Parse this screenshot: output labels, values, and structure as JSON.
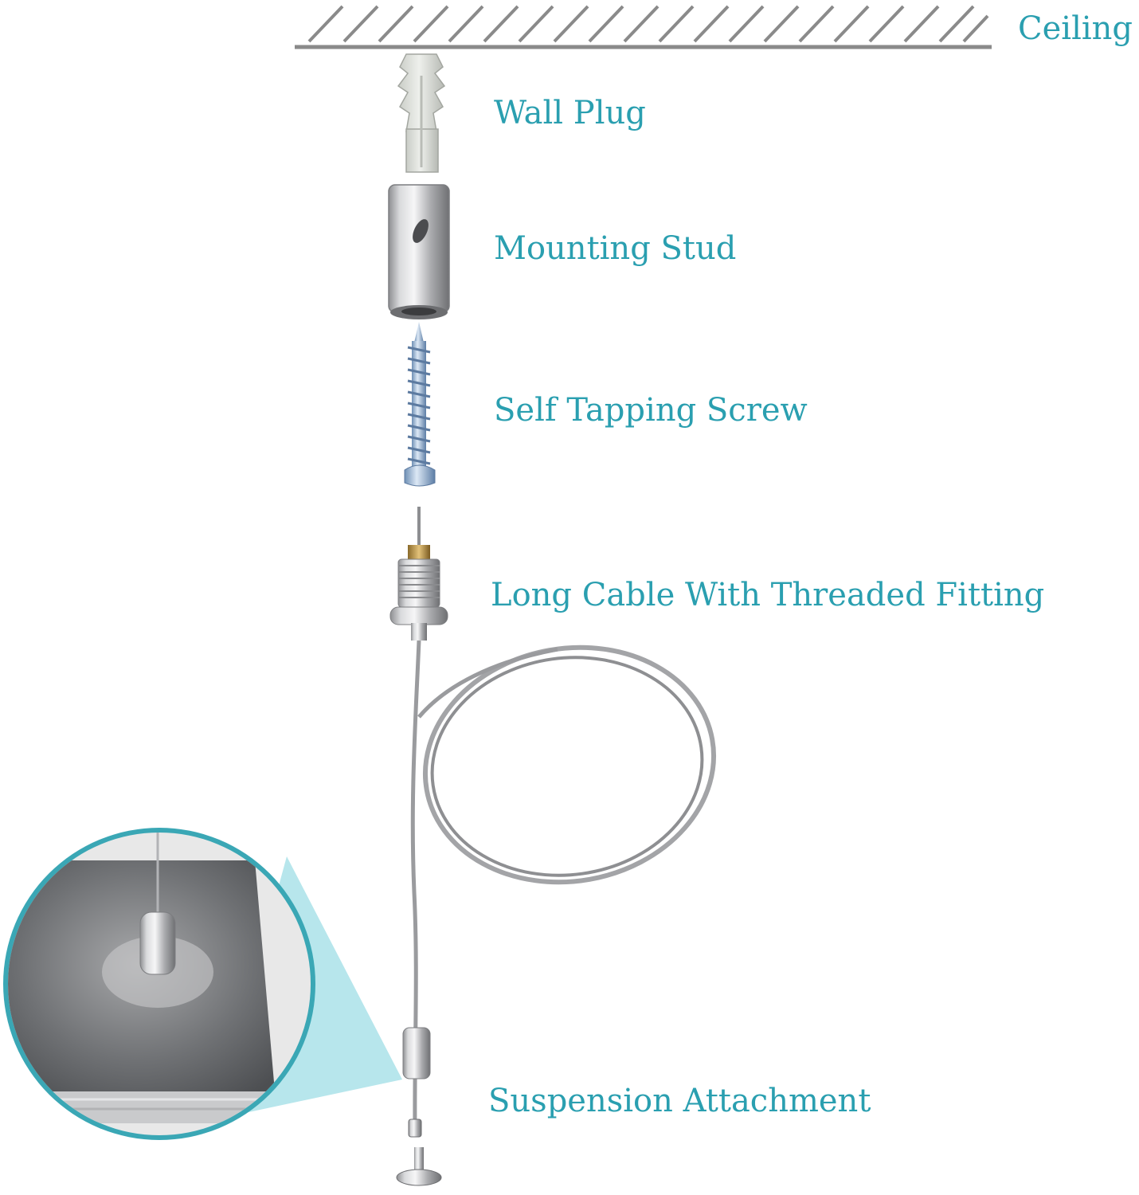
{
  "labels": {
    "ceiling": "Ceiling",
    "wall_plug": "Wall Plug",
    "mounting_stud": "Mounting Stud",
    "self_tapping_screw": "Self Tapping Screw",
    "cable": "Long Cable With Threaded Fitting",
    "suspension": "Suspension Attachment"
  },
  "colors": {
    "label": "#2a9fb0",
    "ceiling_line": "#808080",
    "callout": "#b7e6ec"
  }
}
